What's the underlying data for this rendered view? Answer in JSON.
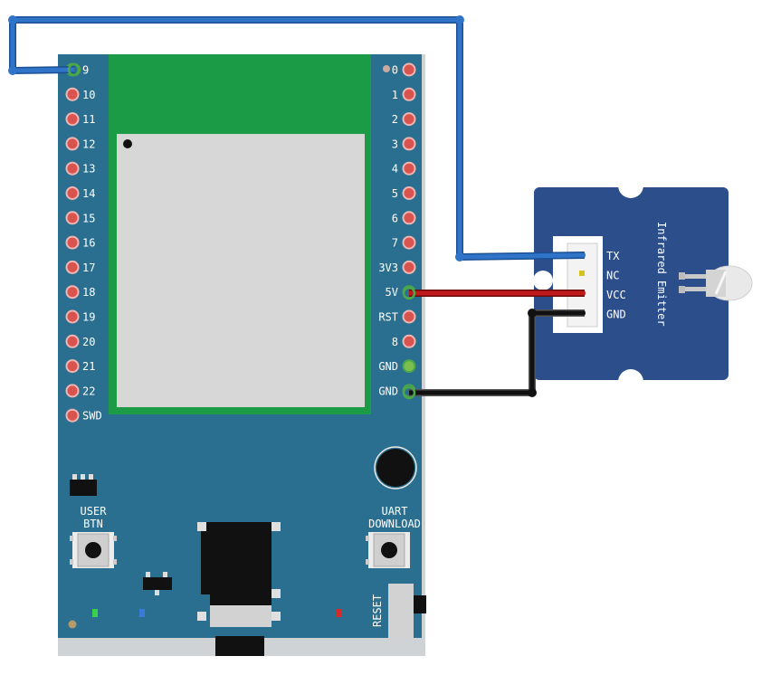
{
  "board": {
    "left_pins": [
      "9",
      "10",
      "11",
      "12",
      "13",
      "14",
      "15",
      "16",
      "17",
      "18",
      "19",
      "20",
      "21",
      "22",
      "SWD"
    ],
    "right_pins": [
      "0",
      "1",
      "2",
      "3",
      "4",
      "5",
      "6",
      "7",
      "3V3",
      "5V",
      "RST",
      "8",
      "GND",
      "GND"
    ],
    "user_btn_line1": "USER",
    "user_btn_line2": "BTN",
    "uart_line1": "UART",
    "uart_line2": "DOWNLOAD",
    "reset_label": "RESET"
  },
  "module": {
    "title": "Infrared Emitter",
    "pins": [
      "TX",
      "NC",
      "VCC",
      "GND"
    ]
  },
  "colors": {
    "board": "#2a6f8f",
    "board_edge": "#cfd3d6",
    "rf_module": "#1b9b46",
    "shield": "#d7d7d7",
    "pad_red": "#d9534f",
    "pad_green": "#7cbf50",
    "module_blue": "#2c4f8c",
    "wire_blue": "#2f74c8",
    "wire_red": "#c01a1a",
    "wire_black": "#111111"
  }
}
